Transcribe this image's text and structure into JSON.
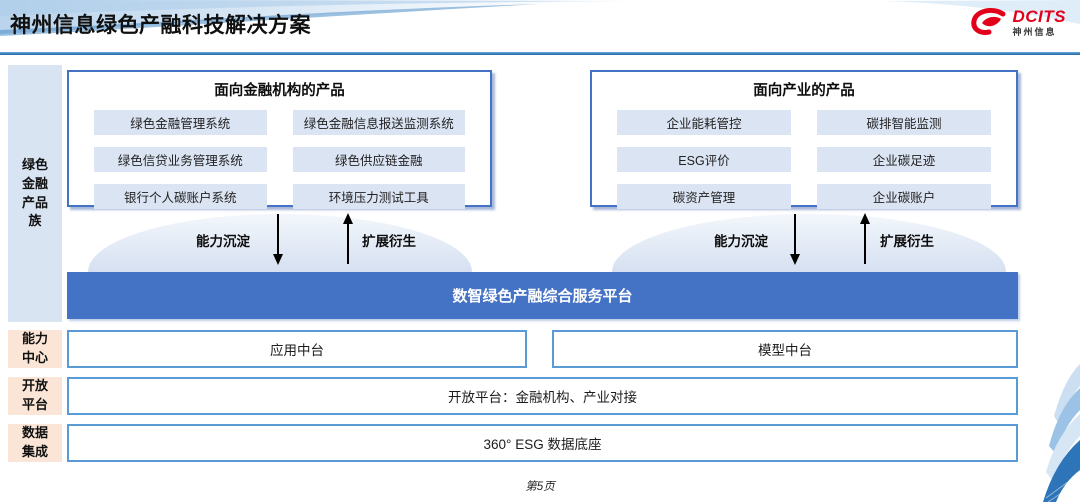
{
  "page": {
    "title": "神州信息绿色产融科技解决方案",
    "footer": "第5页"
  },
  "logo": {
    "brand": "DCITS",
    "subtitle": "神州信息",
    "accent_color": "#e2001a"
  },
  "sidebar": {
    "product_family": "绿色金融产品族",
    "capability_center": "能力中心",
    "open_platform": "开放平台",
    "data_integration": "数据集成"
  },
  "finance_box": {
    "title": "面向金融机构的产品",
    "items": [
      "绿色金融管理系统",
      "绿色金融信息报送监测系统",
      "绿色信贷业务管理系统",
      "绿色供应链金融",
      "银行个人碳账户系统",
      "环境压力测试工具"
    ]
  },
  "industry_box": {
    "title": "面向产业的产品",
    "items": [
      "企业能耗管控",
      "碳排智能监测",
      "ESG评价",
      "企业碳足迹",
      "碳资产管理",
      "企业碳账户"
    ]
  },
  "flows": {
    "down_label": "能力沉淀",
    "up_label": "扩展衍生"
  },
  "platform_bar": {
    "label": "数智绿色产融综合服务平台"
  },
  "middle_row": {
    "left": "应用中台",
    "right": "模型中台"
  },
  "open_row": {
    "label": "开放平台：金融机构、产业对接"
  },
  "data_row": {
    "label": "360° ESG 数据底座"
  },
  "colors": {
    "platform_blue": "#4472c4",
    "row_border_blue": "#5b9bd5",
    "item_bg_blue": "#dbe4f3",
    "sidebar_blue": "#d9e4f2",
    "sidebar_peach": "#fbe5d6",
    "header_line_blue": "#1d66a8",
    "logo_red": "#e2001a"
  }
}
